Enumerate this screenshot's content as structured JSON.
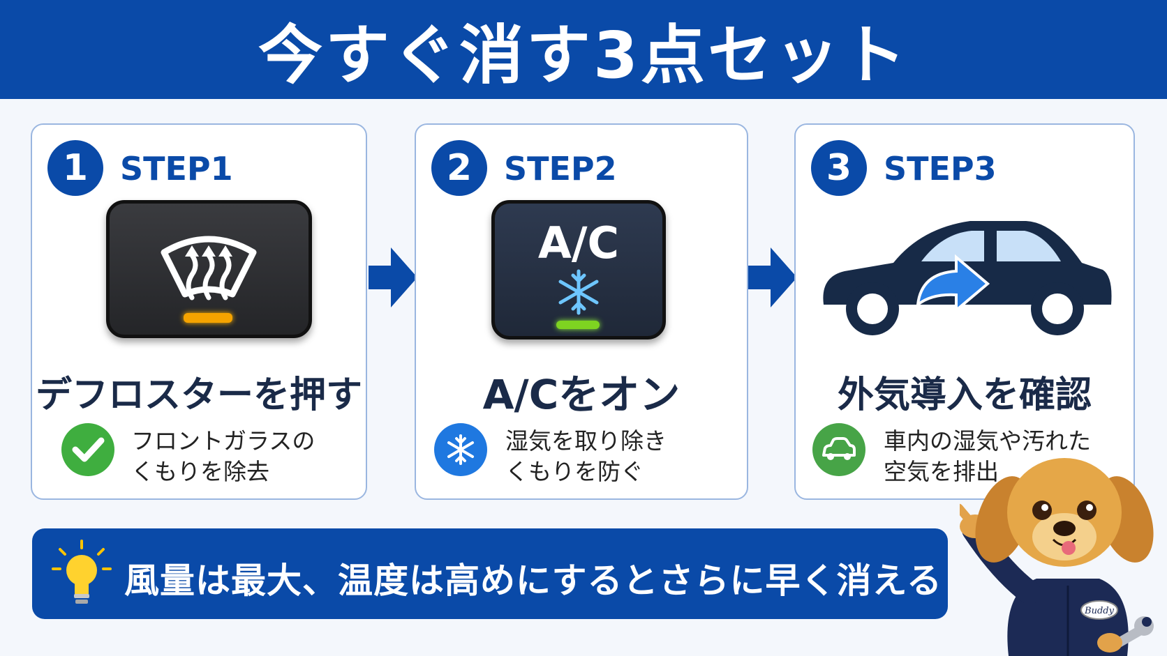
{
  "header": {
    "title": "今すぐ消す3点セット"
  },
  "steps": [
    {
      "number": "1",
      "label": "STEP1",
      "title": "デフロスターを押す",
      "note_line1": "フロントガラスの",
      "note_line2": "くもりを除去",
      "button_icon": "defroster-icon",
      "note_icon": "check-icon",
      "indicator_color": "#f5a300"
    },
    {
      "number": "2",
      "label": "STEP2",
      "button_text": "A/C",
      "title": "A/Cをオン",
      "note_line1": "湿気を取り除き",
      "note_line2": "くもりを防ぐ",
      "button_icon": "snowflake-icon",
      "note_icon": "snowflake-icon",
      "indicator_color": "#7ed321"
    },
    {
      "number": "3",
      "label": "STEP3",
      "title": "外気導入を確認",
      "note_line1": "車内の湿気や汚れた",
      "note_line2": "空気を排出",
      "button_icon": "car-fresh-air-icon",
      "note_icon": "car-icon"
    }
  ],
  "tip": {
    "text": "風量は最大、温度は高めにするとさらに早く消える",
    "icon": "lightbulb-icon"
  },
  "mascot": {
    "badge": "Buddy"
  },
  "colors": {
    "primary": "#0a4aa8",
    "check_green": "#3fae3f",
    "snow_blue": "#1f78e0",
    "car_green": "#47a447"
  }
}
